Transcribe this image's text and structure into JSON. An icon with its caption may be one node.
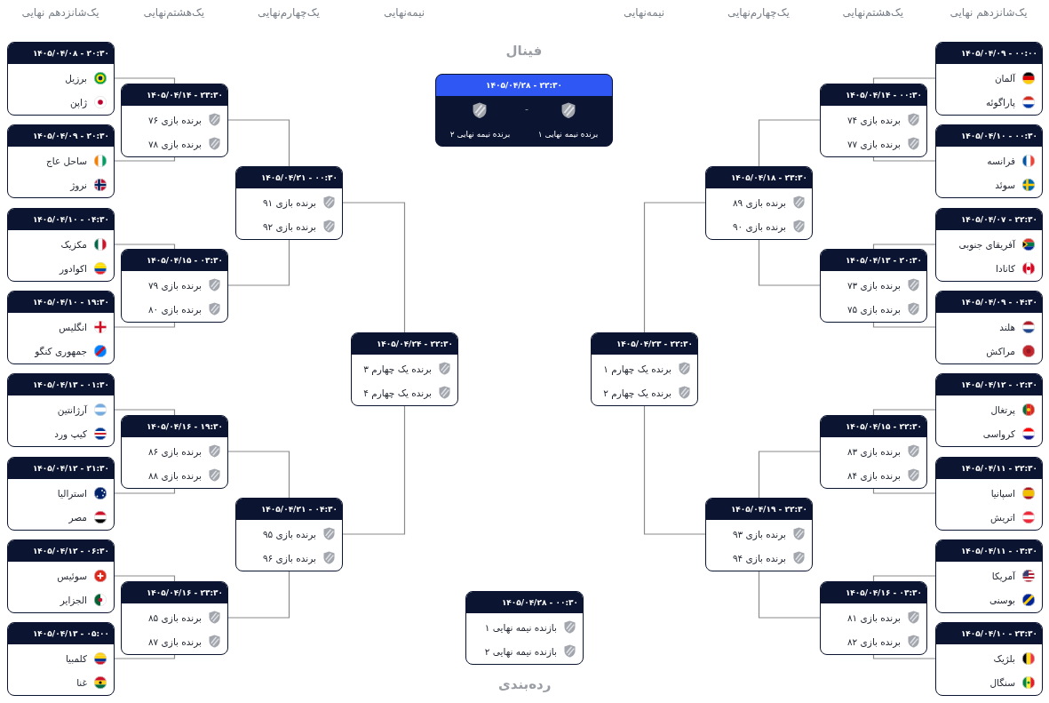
{
  "diagram": {
    "nodes": [
      {
        "text": [
          "۰۰:۰۰ - ۱۴۰۵/۰۴/۰۹",
          "آلمان",
          "پاراگوئه"
        ]
      },
      {
        "text": [
          "۰۰:۳۰ - ۱۴۰۵/۰۴/۱۰",
          "فرانسه",
          "سوئد"
        ]
      },
      {
        "text": [
          "۲۲:۳۰ - ۱۴۰۵/۰۴/۰۷",
          "آفریقای جنوبی",
          "کانادا"
        ]
      },
      {
        "text": [
          "۰۴:۳۰ - ۱۴۰۵/۰۴/۰۹",
          "هلند",
          "مراکش"
        ]
      },
      {
        "text": [
          "۰۲:۳۰ - ۱۴۰۵/۰۴/۱۲",
          "پرتغال",
          "کرواسی"
        ]
      },
      {
        "text": [
          "۲۲:۳۰ - ۱۴۰۵/۰۴/۱۱",
          "اسپانیا",
          "اتریش"
        ]
      },
      {
        "text": [
          "۰۳:۳۰ - ۱۴۰۵/۰۴/۱۱",
          "آمریکا",
          "بوسنی"
        ]
      },
      {
        "text": [
          "۲۳:۳۰ - ۱۴۰۵/۰۴/۱۰",
          "بلژیک",
          "سنگال"
        ]
      },
      {
        "text": [
          "۰۰:۳۰ - ۱۴۰۵/۰۴/۱۴",
          "برنده بازی ۷۴",
          "برنده بازی ۷۷"
        ]
      },
      {
        "text": [
          "۲۰:۳۰ - ۱۴۰۵/۰۴/۱۳",
          "برنده بازی ۷۳",
          "برنده بازی ۷۵"
        ]
      },
      {
        "text": [
          "۲۲:۳۰ - ۱۴۰۵/۰۴/۱۵",
          "برنده بازی ۸۳",
          "برنده بازی ۸۴"
        ]
      },
      {
        "text": [
          "۰۳:۳۰ - ۱۴۰۵/۰۴/۱۶",
          "برنده بازی ۸۱",
          "برنده بازی ۸۲"
        ]
      },
      {
        "text": [
          "۲۳:۳۰ - ۱۴۰۵/۰۴/۱۸",
          "برنده بازی ۸۹",
          "برنده بازی ۹۰"
        ]
      },
      {
        "text": [
          "۲۲:۳۰ - ۱۴۰۵/۰۴/۱۹",
          "برنده بازی ۹۳",
          "برنده بازی ۹۴"
        ]
      },
      {
        "text": [
          "۲۲:۳۰ - ۱۴۰۵/۰۴/۲۳",
          "برنده یک چهارم ۱",
          "برنده یک چهارم ۲"
        ]
      },
      {
        "text": [
          "۲۲:۳۰ - ۱۴۰۵/۰۴/۲۸",
          "برنده نیمه نهایی ۱",
          "-",
          "برنده نیمه نهایی ۲"
        ],
        "beside": [
          "فینال"
        ]
      },
      {
        "text": [
          "۰۰:۳۰ - ۱۴۰۵/۰۴/۲۸",
          "بازنده نیمه نهایی ۱",
          "بازنده نیمه نهایی ۲"
        ],
        "beside": [
          "رده‌بندی"
        ]
      },
      {
        "text": [
          "۲۲:۳۰ - ۱۴۰۵/۰۴/۲۴",
          "برنده یک چهارم ۳",
          "برنده یک چهارم ۴"
        ]
      },
      {
        "text": [
          "۰۰:۳۰ - ۱۴۰۵/۰۴/۲۱",
          "برنده بازی ۹۱",
          "برنده بازی ۹۲"
        ]
      },
      {
        "text": [
          "۰۴:۳۰ - ۱۴۰۵/۰۴/۲۱",
          "برنده بازی ۹۵",
          "برنده بازی ۹۶"
        ]
      },
      {
        "text": [
          "۲۳:۳۰ - ۱۴۰۵/۰۴/۱۴",
          "برنده بازی ۷۶",
          "برنده بازی ۷۸"
        ]
      },
      {
        "text": [
          "۰۳:۳۰ - ۱۴۰۵/۰۴/۱۵",
          "برنده بازی ۷۹",
          "برنده بازی ۸۰"
        ]
      },
      {
        "text": [
          "۱۹:۳۰ - ۱۴۰۵/۰۴/۱۶",
          "برنده بازی ۸۶",
          "برنده بازی ۸۸"
        ]
      },
      {
        "text": [
          "۲۳:۳۰ - ۱۴۰۵/۰۴/۱۶",
          "برنده بازی ۸۵",
          "برنده بازی ۸۷"
        ]
      },
      {
        "text": [
          "۲۰:۳۰ - ۱۴۰۵/۰۴/۰۸",
          "برزیل",
          "ژاپن"
        ]
      },
      {
        "text": [
          "۲۰:۳۰ - ۱۴۰۵/۰۴/۰۹",
          "ساحل عاج",
          "نروژ"
        ]
      },
      {
        "text": [
          "۰۴:۳۰ - ۱۴۰۵/۰۴/۱۰",
          "مکزیک",
          "اکوادور"
        ]
      },
      {
        "text": [
          "۱۹:۳۰ - ۱۴۰۵/۰۴/۱۰",
          "انگلیس",
          "جمهوری کنگو"
        ]
      },
      {
        "text": [
          "۰۱:۳۰ - ۱۴۰۵/۰۴/۱۳",
          "آرژانتین",
          "کیپ ورد"
        ]
      },
      {
        "text": [
          "۲۱:۳۰ - ۱۴۰۵/۰۴/۱۲",
          "استرالیا",
          "مصر"
        ]
      },
      {
        "text": [
          "۰۶:۳۰ - ۱۴۰۵/۰۴/۱۲",
          "سوئیس",
          "الجزایر"
        ]
      },
      {
        "text": [
          "۰۵:۰۰ - ۱۴۰۵/۰۴/۱۳",
          "کلمبیا",
          "غنا"
        ]
      }
    ],
    "edges": [
      {
        "from": 0,
        "to": 8,
        "arrow": "none"
      },
      {
        "from": 1,
        "to": 8,
        "arrow": "none"
      },
      {
        "from": 2,
        "to": 9,
        "arrow": "none"
      },
      {
        "from": 3,
        "to": 9,
        "arrow": "none"
      },
      {
        "from": 4,
        "to": 10,
        "arrow": "none"
      },
      {
        "from": 5,
        "to": 10,
        "arrow": "none"
      },
      {
        "from": 6,
        "to": 11,
        "arrow": "none"
      },
      {
        "from": 7,
        "to": 11,
        "arrow": "none"
      },
      {
        "from": 8,
        "to": 12,
        "arrow": "none"
      },
      {
        "from": 9,
        "to": 12,
        "arrow": "none"
      },
      {
        "from": 10,
        "to": 13,
        "arrow": "none"
      },
      {
        "from": 11,
        "to": 13,
        "arrow": "none"
      },
      {
        "from": 12,
        "to": 14,
        "arrow": "none"
      },
      {
        "from": 13,
        "to": 14,
        "arrow": "none"
      },
      {
        "from": 24,
        "to": 20,
        "arrow": "none"
      },
      {
        "from": 25,
        "to": 20,
        "arrow": "none"
      },
      {
        "from": 26,
        "to": 21,
        "arrow": "none"
      },
      {
        "from": 27,
        "to": 21,
        "arrow": "none"
      },
      {
        "from": 28,
        "to": 22,
        "arrow": "none"
      },
      {
        "from": 29,
        "to": 22,
        "arrow": "none"
      },
      {
        "from": 30,
        "to": 23,
        "arrow": "none"
      },
      {
        "from": 31,
        "to": 23,
        "arrow": "none"
      },
      {
        "from": 20,
        "to": 18,
        "arrow": "none"
      },
      {
        "from": 21,
        "to": 18,
        "arrow": "none"
      },
      {
        "from": 22,
        "to": 19,
        "arrow": "none"
      },
      {
        "from": 23,
        "to": 19,
        "arrow": "none"
      },
      {
        "from": 18,
        "to": 17,
        "arrow": "none"
      },
      {
        "from": 19,
        "to": 17,
        "arrow": "none"
      }
    ],
    "labels": [
      "یک‌شانزدهم نهایی",
      "یک‌هشتم‌نهایی",
      "یک‌چهارم‌نهایی",
      "نیمه‌نهایی",
      "نیمه‌نهایی",
      "یک‌چهارم‌نهایی",
      "یک‌هشتم‌نهایی",
      "یک‌شانزدهم نهایی"
    ]
  }
}
